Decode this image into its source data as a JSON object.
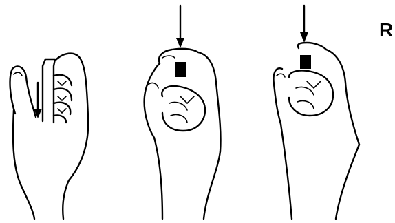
{
  "figure": {
    "panel_label": "R",
    "illustrations": [
      {
        "name": "hand-with-vertical-bar",
        "arrow": "down-inside-palm"
      },
      {
        "name": "hand-pressing-block-from-above",
        "arrow": "down-onto-thumb"
      },
      {
        "name": "hand-pinching-small-block",
        "arrow": "down-onto-thumb"
      }
    ]
  }
}
